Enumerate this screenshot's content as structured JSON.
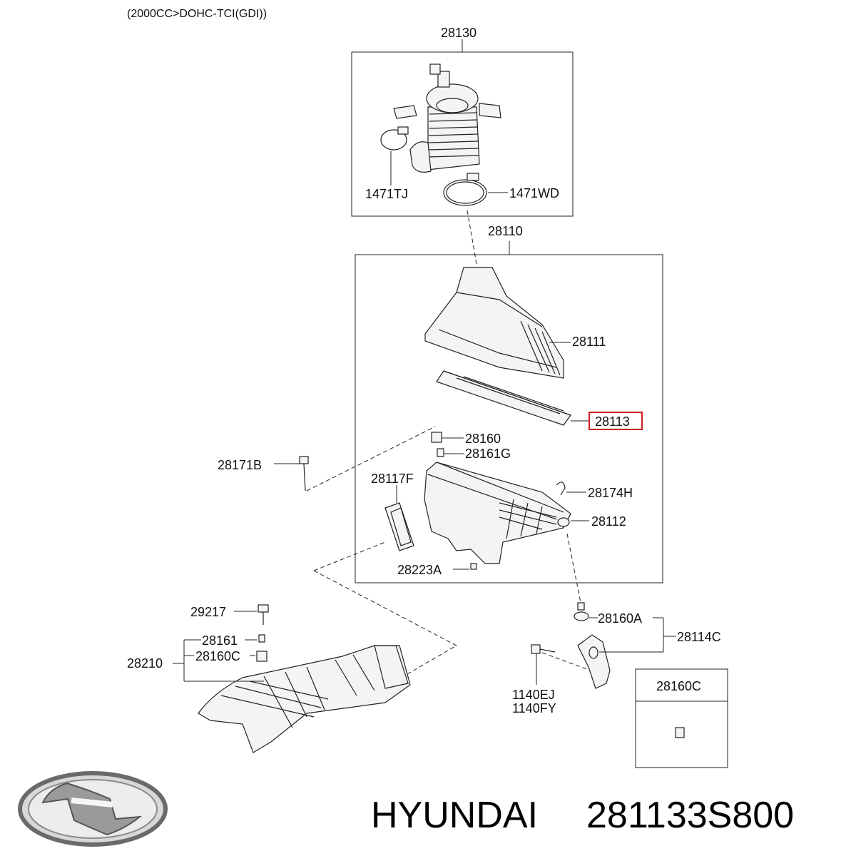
{
  "header": "(2000CC>DOHC-TCI(GDI))",
  "highlight_color": "#cc2222",
  "labels": {
    "p28130": "28130",
    "p1471TJ": "1471TJ",
    "p1471WD": "1471WD",
    "p28110": "28110",
    "p28111": "28111",
    "p28113": "28113",
    "p28160": "28160",
    "p28161G": "28161G",
    "p28171B": "28171B",
    "p28117F": "28117F",
    "p28174H": "28174H",
    "p28112": "28112",
    "p28223A": "28223A",
    "p29217": "29217",
    "p28161": "28161",
    "p28160C": "28160C",
    "p28210": "28210",
    "p28160A": "28160A",
    "p28114C": "28114C",
    "p1140EJ": "1140EJ",
    "p1140FY": "1140FY",
    "p28160C_box": "28160C"
  },
  "footer": {
    "brand": "HYUNDAI",
    "part_number": "281133S800"
  }
}
